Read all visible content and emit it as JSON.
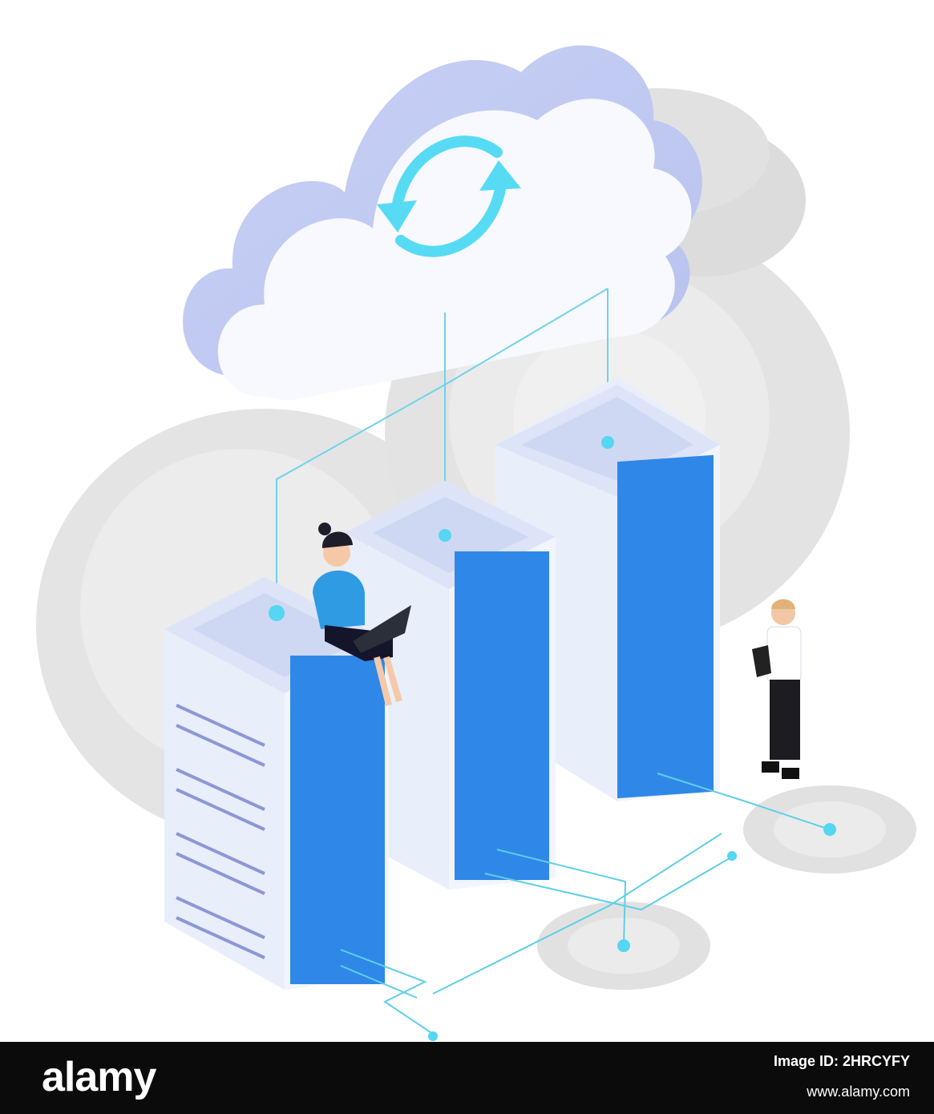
{
  "illustration": {
    "description_icons": [
      "cloud-icon",
      "sync-arrows-icon",
      "server-rack-icon",
      "woman-with-laptop",
      "man-with-tablet"
    ],
    "colors": {
      "cloud_face": "#f6f8fd",
      "cloud_side": "#c5cdf2",
      "server_side": "#edf1fc",
      "server_panel": "#2d86e8",
      "accent_cyan": "#55d6f2",
      "connector": "#6fd3ea",
      "halo": "#e7e7e7"
    }
  },
  "footer": {
    "logo": "alamy",
    "image_id": "Image ID: 2HRCYFY",
    "url": "www.alamy.com"
  }
}
